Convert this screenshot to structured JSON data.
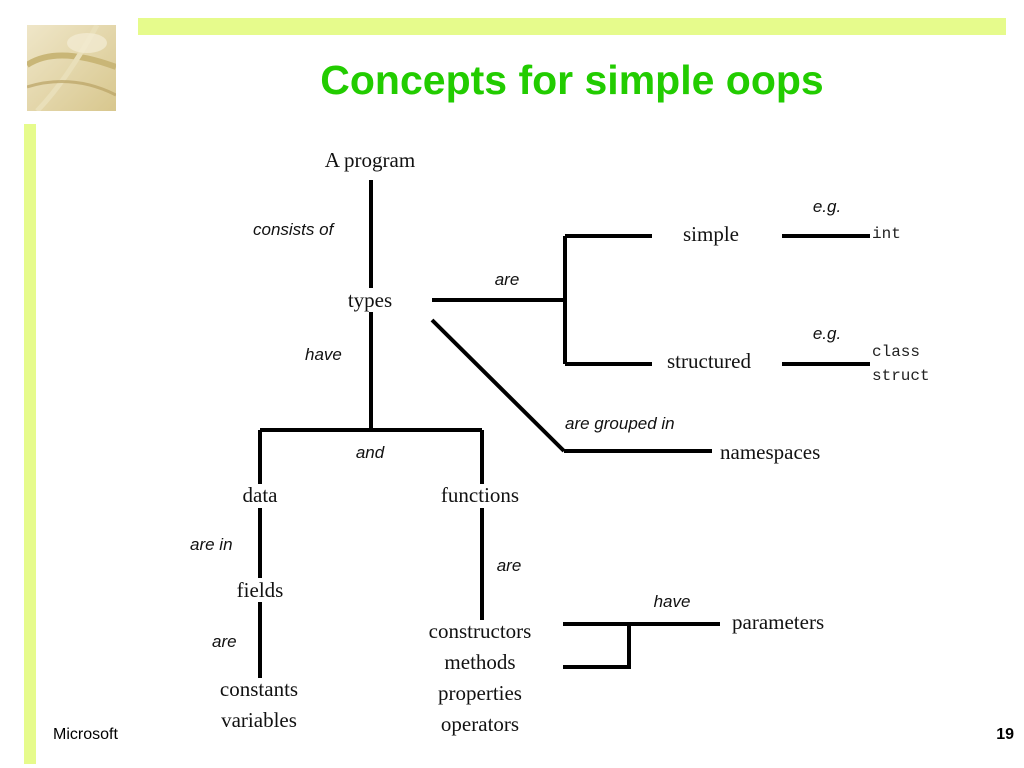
{
  "slide": {
    "title": "Concepts for simple oops",
    "footer_left": "Microsoft",
    "page_number": "19",
    "accent_color": "#e6fb8c",
    "title_color": "#22cc00"
  },
  "diagram": {
    "nodes": {
      "program": "A program",
      "types": "types",
      "simple": "simple",
      "structured": "structured",
      "namespaces": "namespaces",
      "data": "data",
      "functions": "functions",
      "fields": "fields",
      "constants": "constants",
      "variables": "variables",
      "constructors": "constructors",
      "methods": "methods",
      "properties": "properties",
      "operators": "operators",
      "parameters": "parameters"
    },
    "labels": {
      "consists_of": "consists of",
      "are_types": "are",
      "eg_simple": "e.g.",
      "eg_structured": "e.g.",
      "have_types": "have",
      "are_grouped_in": "are grouped in",
      "and": "and",
      "are_in": "are in",
      "are_fields": "are",
      "are_functions": "are",
      "have_parameters": "have"
    },
    "code": {
      "int": "int",
      "class": "class",
      "struct": "struct"
    }
  }
}
